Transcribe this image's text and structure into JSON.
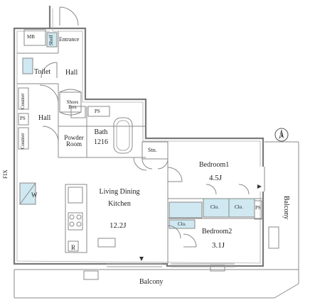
{
  "labels": {
    "mb": "MB",
    "shelf": "Shelf",
    "entrance": "Entrance",
    "toilet": "Toilet",
    "hall_upper": "Hall",
    "counter_upper": "Counter",
    "shoes_box": "Shoes Box",
    "ps_top": "PS",
    "hall_lower": "Hall",
    "ps_left": "PS",
    "counter_lower": "Counter",
    "powder_room": "Powder Room",
    "bath": "Bath 1216",
    "sto": "Sto.",
    "bedroom1": "Bedroom1",
    "bedroom1_size": "4.5J",
    "fix": "FIX",
    "w": "W",
    "ldk": "Living Dining Kitchen",
    "ldk_size": "12.2J",
    "clo_a": "Clo.",
    "clo_b": "Clo.",
    "ps_right": "PS",
    "clo_c": "Clo.",
    "bedroom2": "Bedroom2",
    "bedroom2_size": "3.1J",
    "r": "R",
    "balcony_right": "Balcony",
    "balcony_bottom": "Balcony",
    "north": "N"
  },
  "colors": {
    "wall": "#7a7a7a",
    "line": "#8c8c8c",
    "closet_fill": "#cfe8f1",
    "text": "#222222"
  }
}
